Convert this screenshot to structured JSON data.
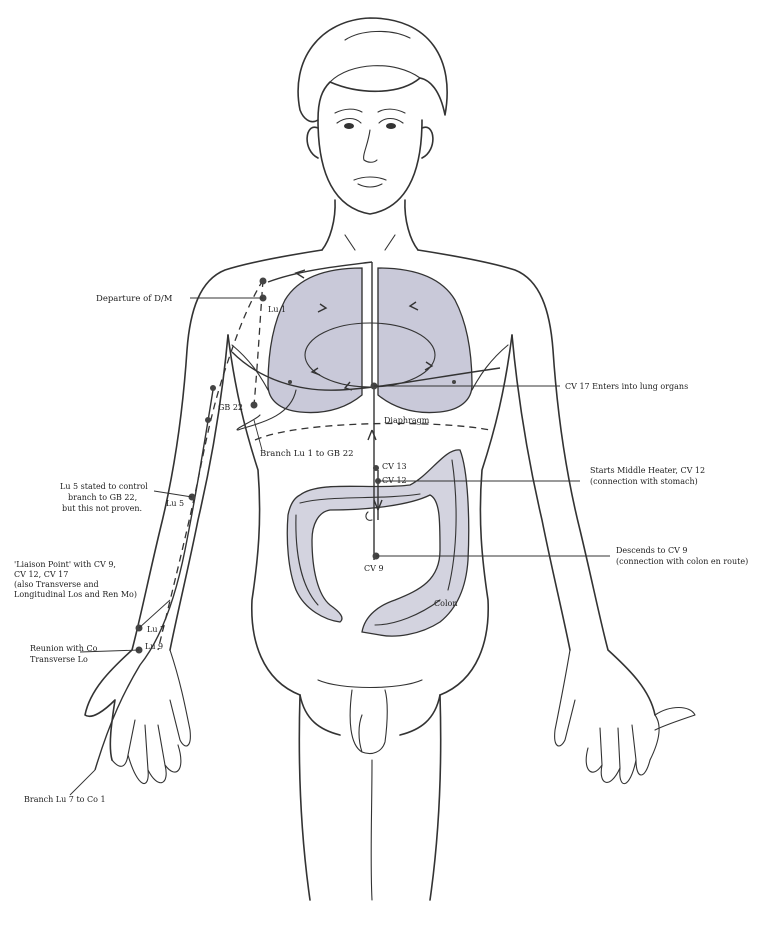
{
  "diagram": {
    "labels": {
      "departure": "Departure of D/M",
      "lu1": "Lu 1",
      "gb22": "GB 22",
      "branch_lu1_gb22": "Branch Lu 1 to GB 22",
      "lu5_note_1": "Lu 5 stated to control",
      "lu5_note_2": "branch to GB 22,",
      "lu5_note_3": "but this not proven.",
      "lu5": "Lu 5",
      "liaison_1": "'Liaison Point' with CV 9,",
      "liaison_2": "CV 12, CV 17",
      "liaison_3": "(also Transverse and",
      "liaison_4": "Longitudinal Los and Ren Mo)",
      "lu7": "Lu 7",
      "lu9": "Lu 9",
      "reunion_1": "Reunion with Co",
      "reunion_2": "Transverse Lo",
      "branch_lu7": "Branch Lu 7 to Co 1",
      "cv17": "CV 17  Enters into lung organs",
      "diaphragm": "Diaphragm",
      "cv13": "CV 13",
      "cv12": "CV 12",
      "cv9": "CV 9",
      "middle_heater_1": "Starts Middle Heater, CV 12",
      "middle_heater_2": "(connection with stomach)",
      "descends_1": "Descends to CV 9",
      "descends_2": "(connection with colon en route)",
      "colon": "Colon"
    },
    "colors": {
      "line": "#333333",
      "lung_fill": "#c9c9d9",
      "colon_fill": "#d3d3df",
      "point": "#444444"
    }
  }
}
